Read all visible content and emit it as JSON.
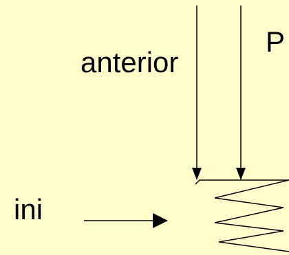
{
  "labels": {
    "anterior": "anterior",
    "p": "P",
    "ini": "ini"
  },
  "colors": {
    "background": "#ffffcc",
    "ink": "#000000"
  }
}
